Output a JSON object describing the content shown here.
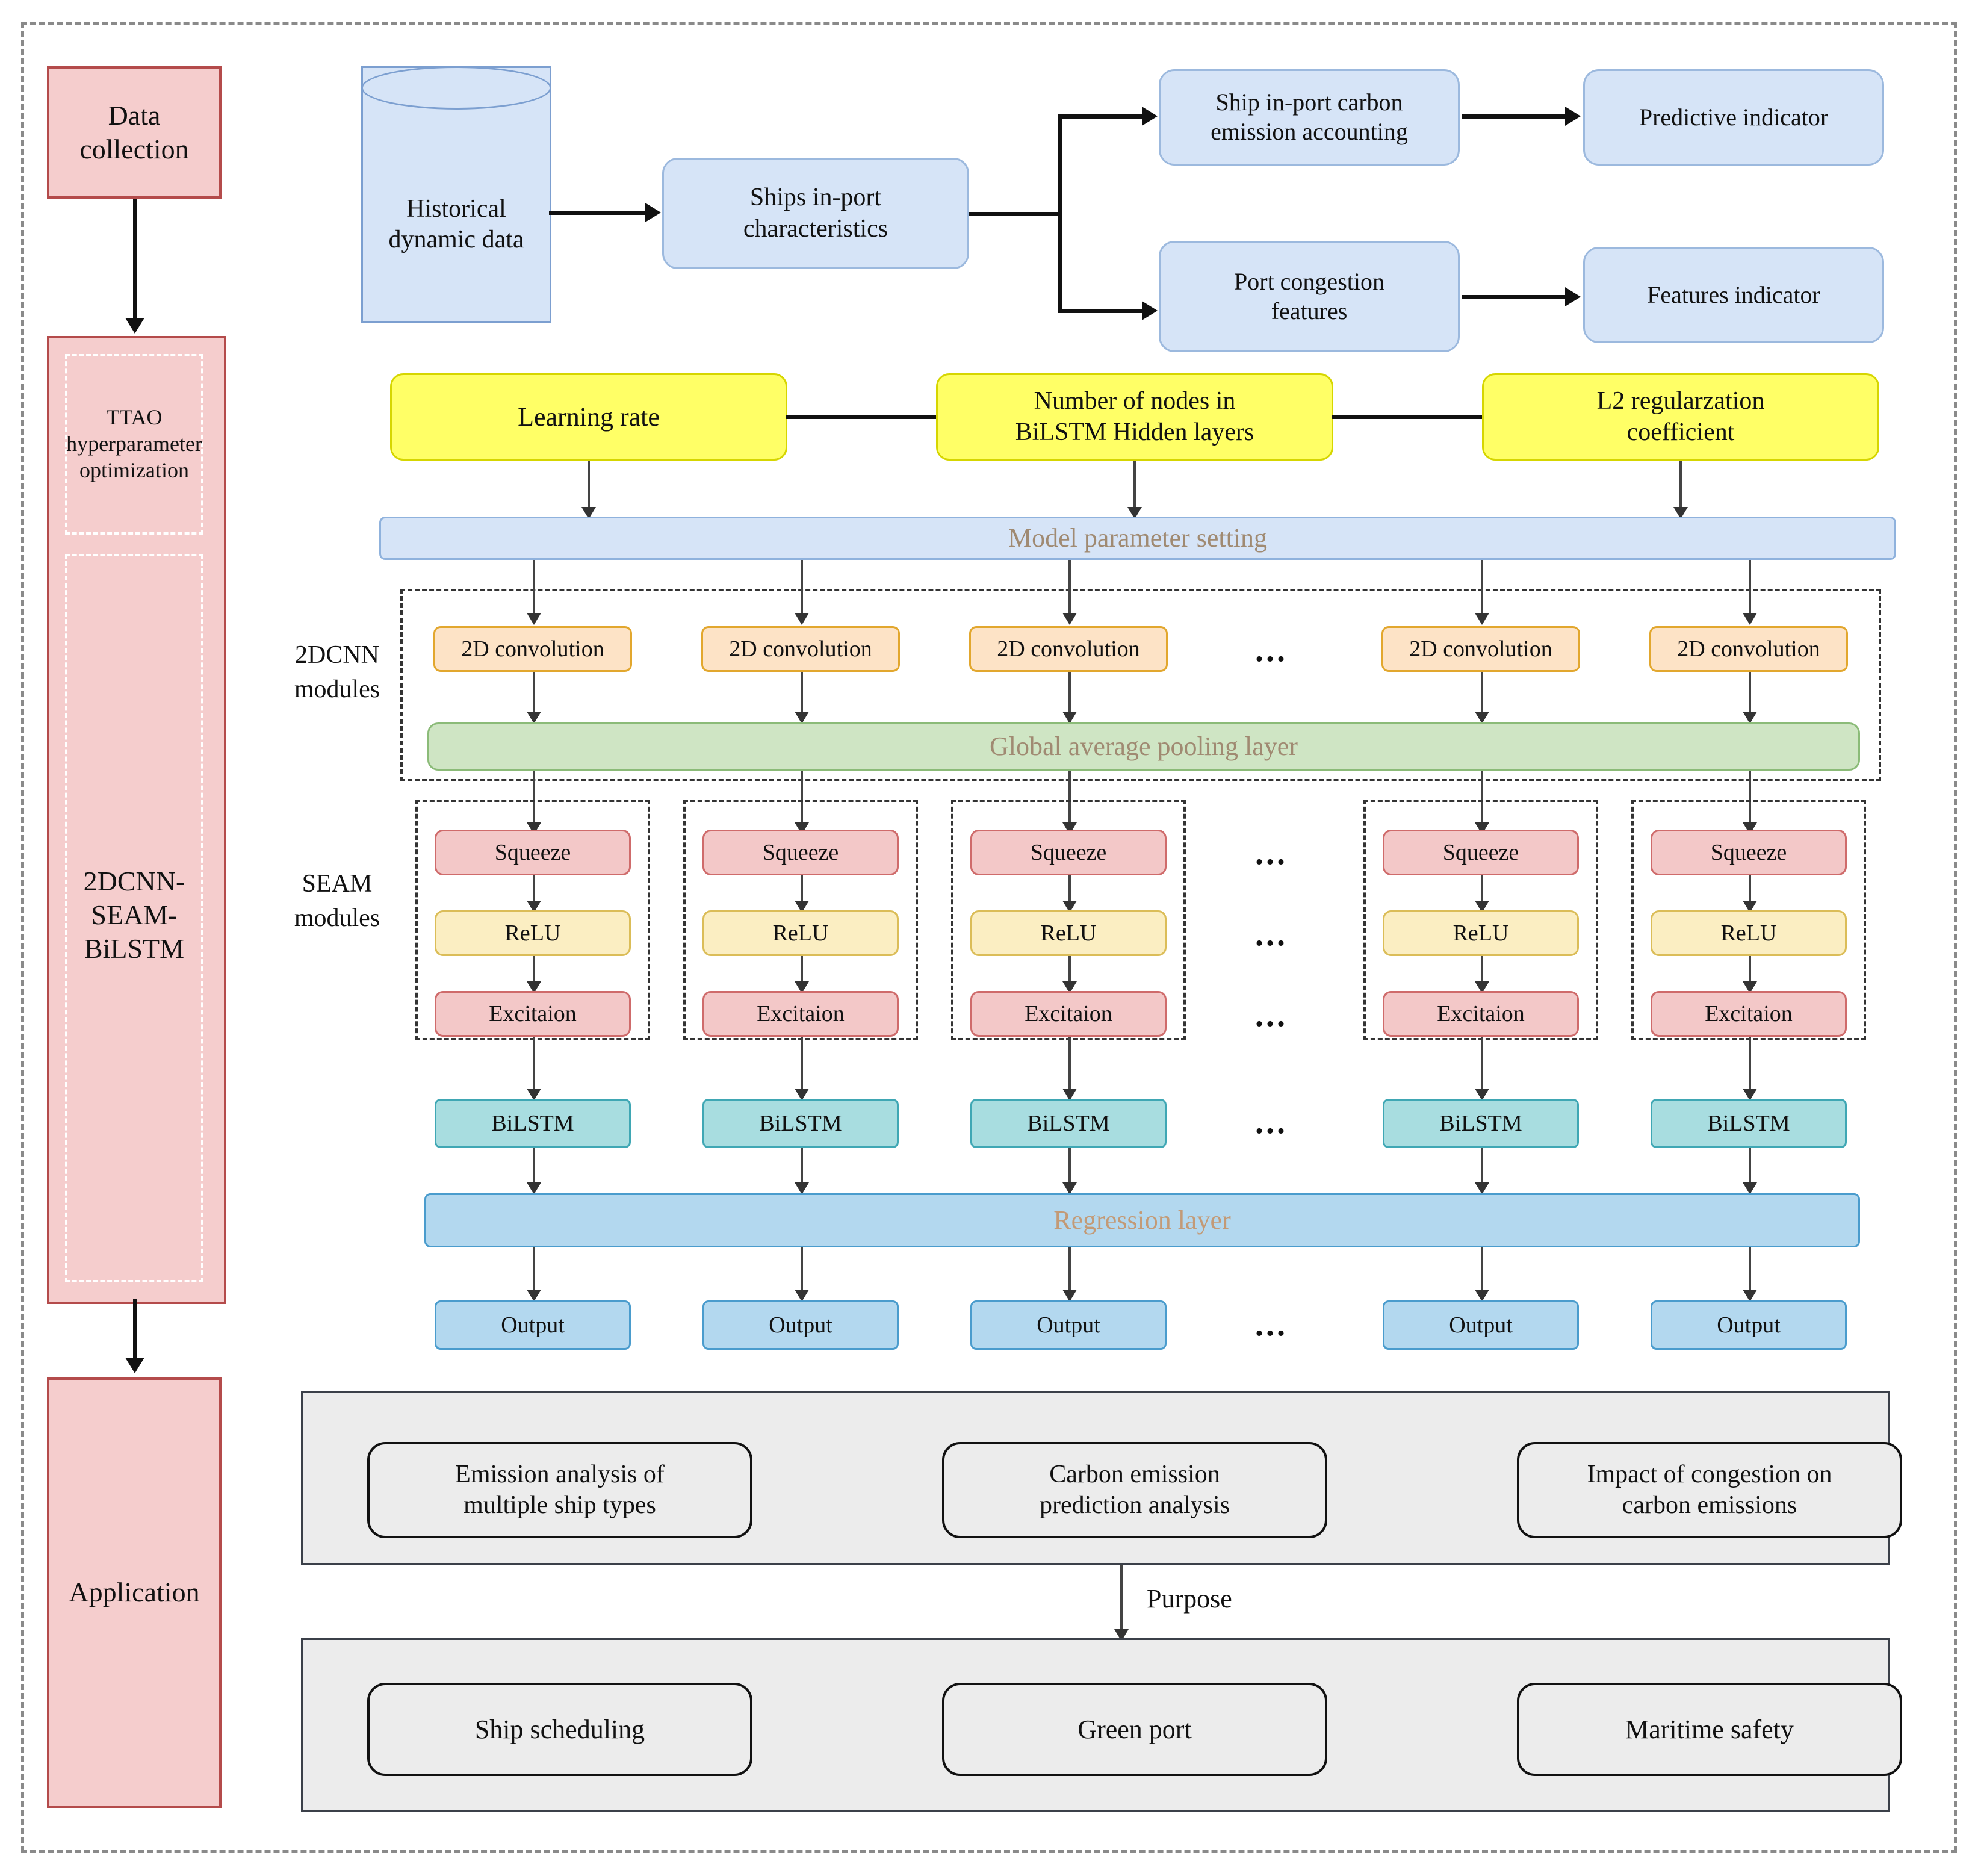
{
  "rail": {
    "data_collection": "Data\ncollection",
    "ttao": "TTAO\nhyperparameter\noptimization",
    "model": "2DCNN-\nSEAM-\nBiLSTM",
    "application": "Application"
  },
  "flow_top": {
    "database": "Historical\ndynamic data",
    "characteristics": "Ships in-port\ncharacteristics",
    "accounting": "Ship in-port carbon\nemission accounting",
    "predictive": "Predictive indicator",
    "congestion": "Port congestion\nfeatures",
    "features": "Features indicator"
  },
  "hyperparams": {
    "learning_rate": "Learning rate",
    "nodes": "Number of nodes in\nBiLSTM Hidden layers",
    "l2": "L2 regularzation\ncoefficient"
  },
  "bars": {
    "model_parameter_setting": "Model parameter setting",
    "global_average_pooling": "Global average pooling layer",
    "regression_layer": "Regression layer"
  },
  "group_labels": {
    "cnn": "2DCNN\nmodules",
    "seam": "SEAM\nmodules"
  },
  "modules": {
    "conv_label": "2D convolution",
    "squeeze_label": "Squeeze",
    "relu_label": "ReLU",
    "excitation_label": "Excitaion",
    "bilstm_label": "BiLSTM",
    "output_label": "Output",
    "ellipsis": "...",
    "columns": [
      {
        "conv": "2D convolution",
        "squeeze": "Squeeze",
        "relu": "ReLU",
        "excitation": "Excitaion",
        "bilstm": "BiLSTM",
        "output": "Output"
      },
      {
        "conv": "2D convolution",
        "squeeze": "Squeeze",
        "relu": "ReLU",
        "excitation": "Excitaion",
        "bilstm": "BiLSTM",
        "output": "Output"
      },
      {
        "conv": "2D convolution",
        "squeeze": "Squeeze",
        "relu": "ReLU",
        "excitation": "Excitaion",
        "bilstm": "BiLSTM",
        "output": "Output"
      },
      {
        "conv": "2D convolution",
        "squeeze": "Squeeze",
        "relu": "ReLU",
        "excitation": "Excitaion",
        "bilstm": "BiLSTM",
        "output": "Output"
      },
      {
        "conv": "2D convolution",
        "squeeze": "Squeeze",
        "relu": "ReLU",
        "excitation": "Excitaion",
        "bilstm": "BiLSTM",
        "output": "Output"
      }
    ]
  },
  "analysis_panel": {
    "items": [
      "Emission analysis of\nmultiple ship types",
      "Carbon emission\nprediction analysis",
      "Impact of congestion on\ncarbon emissions"
    ]
  },
  "purpose_label": "Purpose",
  "purpose_panel": {
    "items": [
      "Ship scheduling",
      "Green port",
      "Maritime safety"
    ]
  },
  "colors": {
    "rail_fill": "#f5cdcd",
    "rail_border": "#b44b4b",
    "blue_fill": "#d6e4f7",
    "yellow_fill": "#ffff66",
    "conv_fill": "#fde3c6",
    "squeeze_fill": "#f3c8c8",
    "relu_fill": "#fbeec2",
    "green_fill": "#cfe5c4",
    "bilstm_fill": "#a8dde0",
    "output_fill": "#b3d8ef",
    "bar_text": "#a88f74",
    "panel_fill": "#ececec"
  }
}
